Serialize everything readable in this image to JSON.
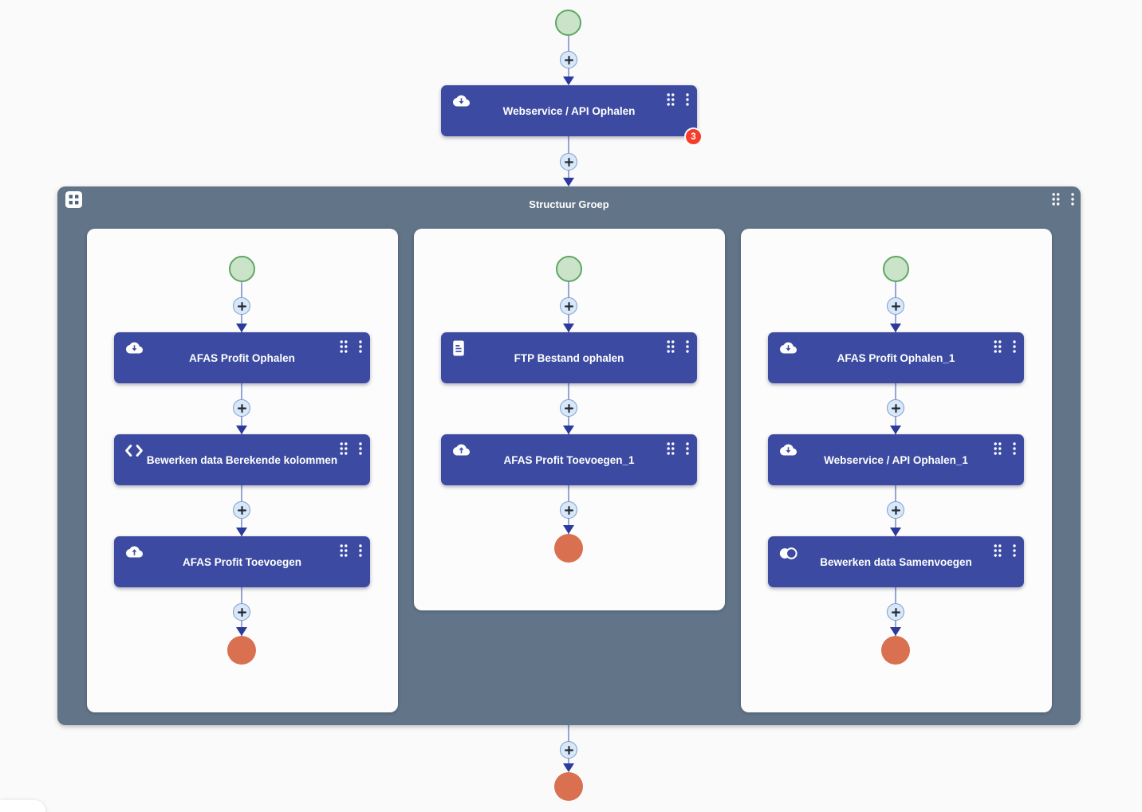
{
  "colors": {
    "canvas_bg": "#fafafa",
    "node_blue": "#3c4ba1",
    "group_slate": "#627488",
    "lane_bg": "#fcfcfc",
    "start_green_fill": "#cbe4c9",
    "start_green_border": "#5fa763",
    "end_orange": "#d97050",
    "badge_red": "#f53d2c",
    "connector_line": "#97a5d6",
    "arrow_navy": "#2b3a9c",
    "plus_fill": "#d9e8f8",
    "plus_border": "#7b9dcb"
  },
  "icons": {
    "cloud_download": "cloud-download-icon",
    "cloud_upload": "cloud-upload-icon",
    "code_brackets": "code-brackets-icon",
    "file_document": "file-document-icon",
    "merge_circles": "merge-circles-icon",
    "group_grid": "group-grid-icon",
    "drag_handle": "drag-handle-dots-icon",
    "kebab_menu": "kebab-menu-icon",
    "add_step": "plus-icon"
  },
  "main_flow": {
    "node": {
      "label": "Webservice / API Ophalen",
      "icon": "cloud-download-icon",
      "badge_count": "3"
    }
  },
  "group": {
    "title": "Structuur Groep",
    "lanes": [
      {
        "nodes": [
          {
            "label": "AFAS Profit Ophalen",
            "icon": "cloud-download-icon"
          },
          {
            "label": "Bewerken data Berekende kolommen",
            "icon": "code-brackets-icon"
          },
          {
            "label": "AFAS Profit Toevoegen",
            "icon": "cloud-upload-icon"
          }
        ]
      },
      {
        "nodes": [
          {
            "label": "FTP Bestand ophalen",
            "icon": "file-document-icon"
          },
          {
            "label": "AFAS Profit Toevoegen_1",
            "icon": "cloud-upload-icon"
          }
        ]
      },
      {
        "nodes": [
          {
            "label": "AFAS Profit Ophalen_1",
            "icon": "cloud-download-icon"
          },
          {
            "label": "Webservice / API Ophalen_1",
            "icon": "cloud-download-icon"
          },
          {
            "label": "Bewerken data Samenvoegen",
            "icon": "merge-circles-icon"
          }
        ]
      }
    ]
  }
}
